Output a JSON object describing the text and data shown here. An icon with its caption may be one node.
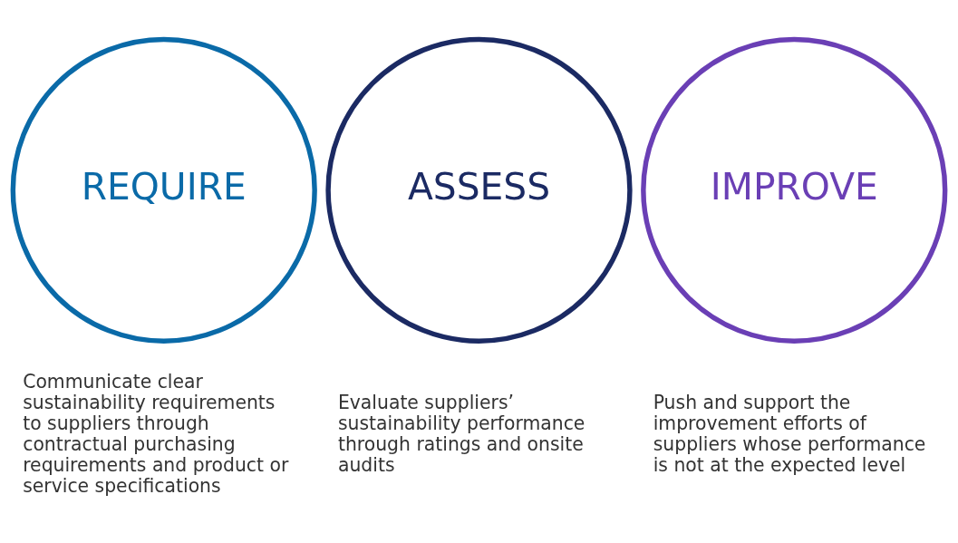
{
  "diagram": {
    "nodes": [
      {
        "text": [
          "REQUIRE"
        ],
        "beside": [
          "Communicate clear sustainability requirements to suppliers through contractual purchasing requirements and product or service specifications"
        ]
      },
      {
        "text": [
          "ASSESS"
        ],
        "beside": [
          "Evaluate suppliers’ sustainability performance through ratings and onsite audits"
        ]
      },
      {
        "text": [
          "IMPROVE"
        ],
        "beside": [
          "Push and support the improvement efforts of suppliers whose performance is not at the expected level"
        ]
      }
    ]
  }
}
